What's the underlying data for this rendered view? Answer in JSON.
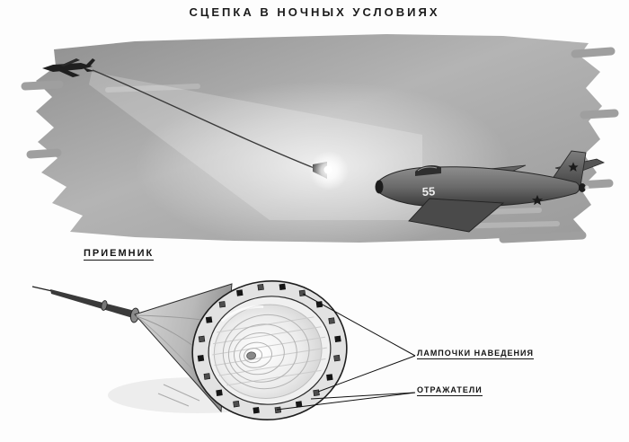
{
  "title": "СЦЕПКА В НОЧНЫХ УСЛОВИЯХ",
  "receiver": {
    "label": "ПРИЕМНИК"
  },
  "callouts": {
    "lamps": "ЛАМПОЧКИ НАВЕДЕНИЯ",
    "reflectors": "ОТРАЖАТЕЛИ"
  },
  "aircraft": {
    "number": "55"
  },
  "colors": {
    "background": "#fdfdfd",
    "sky_shade": "#a0a0a0",
    "ink": "#1a1a1a",
    "glow": "#ffffff"
  }
}
